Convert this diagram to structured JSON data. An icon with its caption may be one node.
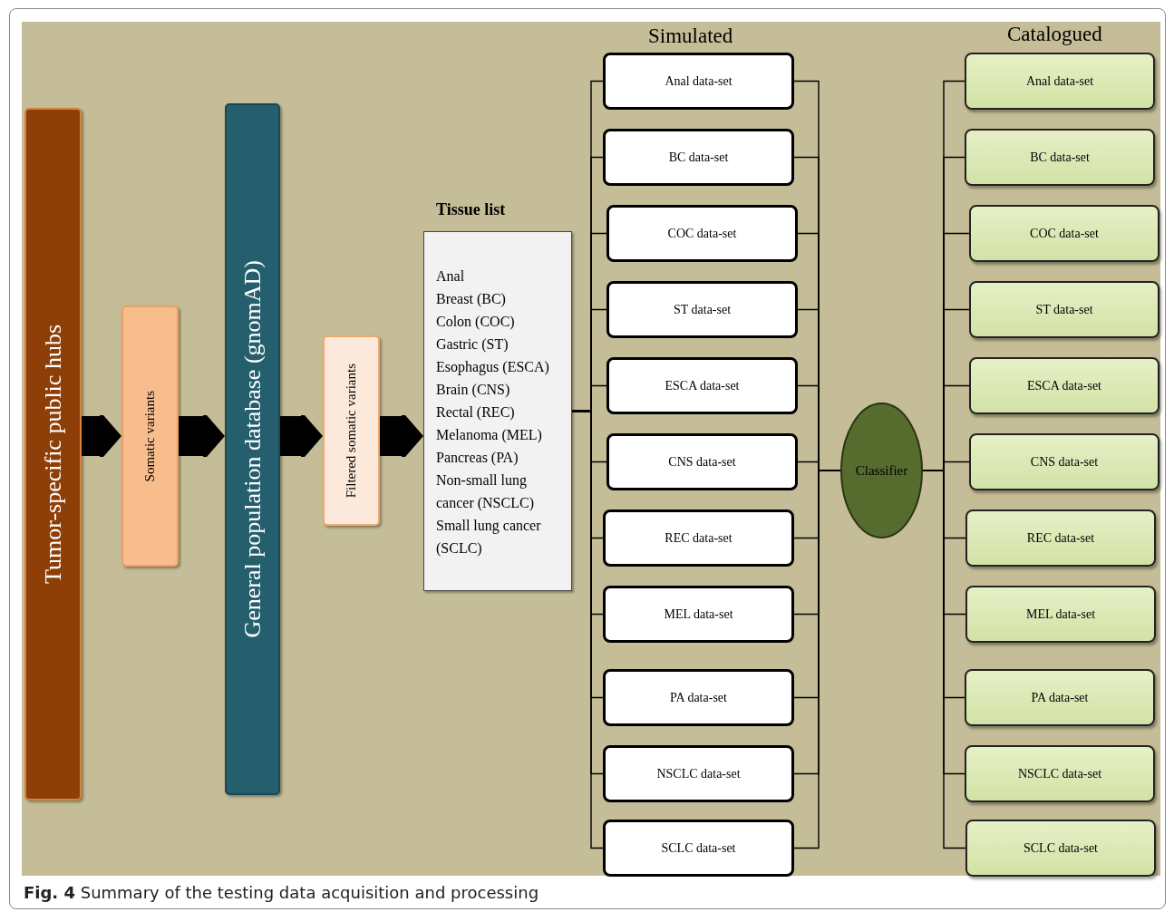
{
  "diagram": {
    "caption": "**Fig. 4** Summary of the testing data acquisition and processing",
    "nodes": [
      {
        "text": [
          "Tumor-specific public hubs"
        ]
      },
      {
        "text": [
          "Somatic variants"
        ]
      },
      {
        "text": [
          "General population database (gnomAD)"
        ]
      },
      {
        "text": [
          "Filtered somatic variants"
        ]
      },
      {
        "text": [
          "Tissue list",
          "Anal",
          "Breast (BC)",
          "Colon (COC)",
          "Gastric (ST)",
          "Esophagus (ESCA)",
          "Brain (CNS)",
          "Rectal (REC)",
          "Melanoma (MEL)",
          "Pancreas (PA)",
          "Non-small lung cancer (NSCLC)",
          "Small lung cancer (SCLC)"
        ]
      },
      {
        "text": [
          "Anal data-set"
        ]
      },
      {
        "text": [
          "BC data-set"
        ]
      },
      {
        "text": [
          "COC data-set"
        ]
      },
      {
        "text": [
          "ST data-set"
        ]
      },
      {
        "text": [
          "ESCA data-set"
        ]
      },
      {
        "text": [
          "CNS data-set"
        ]
      },
      {
        "text": [
          "REC data-set"
        ]
      },
      {
        "text": [
          "MEL data-set"
        ]
      },
      {
        "text": [
          "PA data-set"
        ]
      },
      {
        "text": [
          "NSCLC data-set"
        ]
      },
      {
        "text": [
          "SCLC data-set"
        ]
      },
      {
        "text": [
          "Classifier"
        ]
      },
      {
        "text": [
          "Anal data-set"
        ]
      },
      {
        "text": [
          "BC data-set"
        ]
      },
      {
        "text": [
          "COC data-set"
        ]
      },
      {
        "text": [
          "ST data-set"
        ]
      },
      {
        "text": [
          "ESCA data-set"
        ]
      },
      {
        "text": [
          "CNS data-set"
        ]
      },
      {
        "text": [
          "REC data-set"
        ]
      },
      {
        "text": [
          "MEL data-set"
        ]
      },
      {
        "text": [
          "PA data-set"
        ]
      },
      {
        "text": [
          "NSCLC data-set"
        ]
      },
      {
        "text": [
          "SCLC data-set"
        ]
      }
    ],
    "edges": [
      {
        "from": 0,
        "to": 1,
        "arrow": "to",
        "style": "thick"
      },
      {
        "from": 1,
        "to": 2,
        "arrow": "to",
        "style": "thick"
      },
      {
        "from": 2,
        "to": 3,
        "arrow": "to",
        "style": "thick"
      },
      {
        "from": 3,
        "to": 4,
        "arrow": "to",
        "style": "thick"
      },
      {
        "from": 4,
        "to": 5,
        "arrow": "none"
      },
      {
        "from": 4,
        "to": 6,
        "arrow": "none"
      },
      {
        "from": 4,
        "to": 7,
        "arrow": "none"
      },
      {
        "from": 4,
        "to": 8,
        "arrow": "none"
      },
      {
        "from": 4,
        "to": 9,
        "arrow": "none"
      },
      {
        "from": 4,
        "to": 10,
        "arrow": "none"
      },
      {
        "from": 4,
        "to": 11,
        "arrow": "none"
      },
      {
        "from": 4,
        "to": 12,
        "arrow": "none"
      },
      {
        "from": 4,
        "to": 13,
        "arrow": "none"
      },
      {
        "from": 4,
        "to": 14,
        "arrow": "none"
      },
      {
        "from": 4,
        "to": 15,
        "arrow": "none"
      },
      {
        "from": 5,
        "to": 16,
        "arrow": "none"
      },
      {
        "from": 6,
        "to": 16,
        "arrow": "none"
      },
      {
        "from": 7,
        "to": 16,
        "arrow": "none"
      },
      {
        "from": 8,
        "to": 16,
        "arrow": "none"
      },
      {
        "from": 9,
        "to": 16,
        "arrow": "none"
      },
      {
        "from": 10,
        "to": 16,
        "arrow": "none"
      },
      {
        "from": 11,
        "to": 16,
        "arrow": "none"
      },
      {
        "from": 12,
        "to": 16,
        "arrow": "none"
      },
      {
        "from": 13,
        "to": 16,
        "arrow": "none"
      },
      {
        "from": 14,
        "to": 16,
        "arrow": "none"
      },
      {
        "from": 15,
        "to": 16,
        "arrow": "none"
      },
      {
        "from": 16,
        "to": 17,
        "arrow": "none"
      },
      {
        "from": 16,
        "to": 18,
        "arrow": "none"
      },
      {
        "from": 16,
        "to": 19,
        "arrow": "none"
      },
      {
        "from": 16,
        "to": 20,
        "arrow": "none"
      },
      {
        "from": 16,
        "to": 21,
        "arrow": "none"
      },
      {
        "from": 16,
        "to": 22,
        "arrow": "none"
      },
      {
        "from": 16,
        "to": 23,
        "arrow": "none"
      },
      {
        "from": 16,
        "to": 24,
        "arrow": "none"
      },
      {
        "from": 16,
        "to": 25,
        "arrow": "none"
      },
      {
        "from": 16,
        "to": 26,
        "arrow": "none"
      },
      {
        "from": 16,
        "to": 27,
        "arrow": "none"
      }
    ],
    "labels": [
      "Simulated",
      "Catalogued"
    ]
  }
}
